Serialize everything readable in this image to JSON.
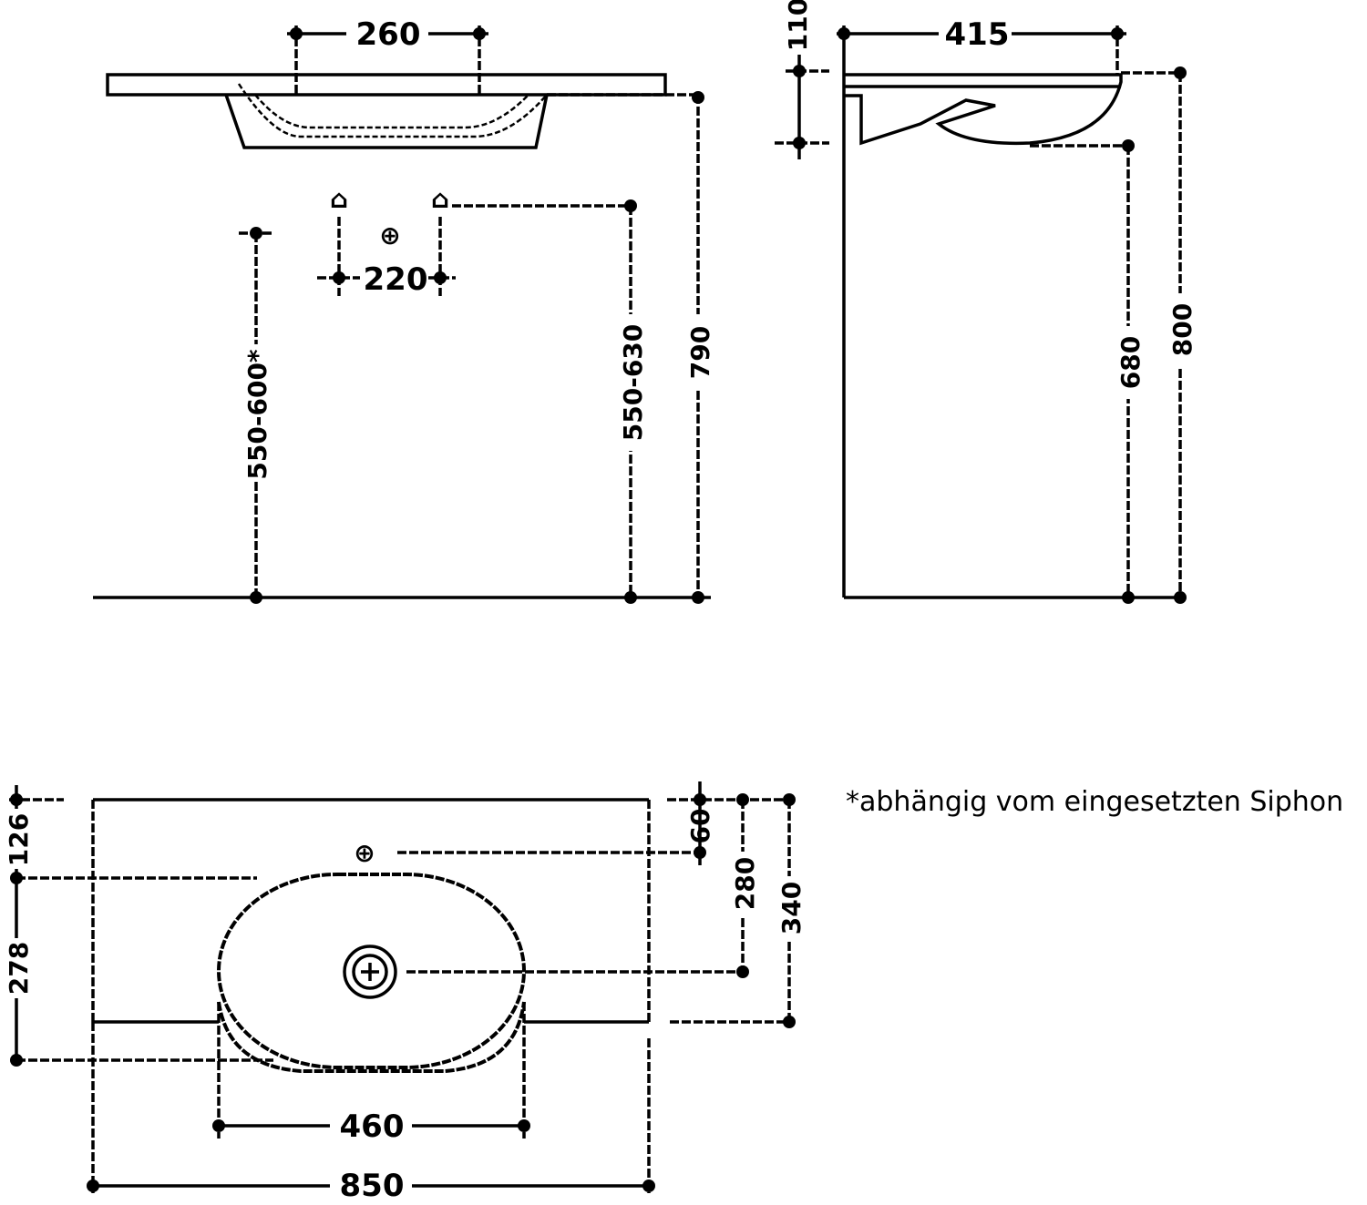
{
  "front_view": {
    "dim_tap_spacing": "260",
    "dim_waste_height": "550-600*",
    "dim_tap_offset": "220",
    "dim_supply_height": "550-630",
    "dim_rim_height": "790"
  },
  "side_view": {
    "dim_top_clearance": "110",
    "dim_depth": "415",
    "dim_bottom_height": "680",
    "dim_total_height": "800"
  },
  "plan_view": {
    "dim_back_to_bowl": "126",
    "dim_bowl_depth": "278",
    "dim_tap_from_back": "60",
    "dim_waste_from_back": "280",
    "dim_counter_depth": "340",
    "dim_bowl_width": "460",
    "dim_total_width": "850"
  },
  "footnote": "*abhängig vom eingesetzten Siphon",
  "colors": {
    "line": "#000000",
    "background": "#ffffff"
  }
}
